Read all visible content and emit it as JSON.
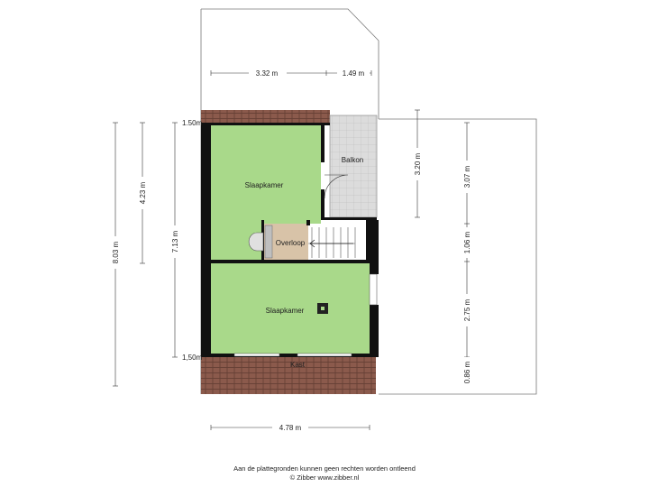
{
  "rooms": {
    "bedroom_top": "Slaapkamer",
    "balcony": "Balkon",
    "landing": "Overloop",
    "bedroom_bottom": "Slaapkamer",
    "closet": "Kast"
  },
  "dimensions": {
    "top_width_left": "3.32 m",
    "top_width_right": "1.49 m",
    "bottom_width": "4.78 m",
    "height_total": "8.03 m",
    "height_upper": "4.23 m",
    "height_inner": "7.13 m",
    "balcony_height": "3.20 m",
    "right_seg_1": "3.07 m",
    "right_seg_2": "1.06 m",
    "right_seg_3": "2.75 m",
    "right_seg_4": "0.86 m",
    "ceiling_top": "1.50m",
    "ceiling_bottom": "1,50m"
  },
  "footer": {
    "line1": "Aan de plattegronden kunnen geen rechten worden ontleend",
    "line2": "© Zibber www.zibber.nl"
  },
  "colors": {
    "room_fill": "#a9d98a",
    "roof_tile": "#8b5a4c",
    "wall": "#111111",
    "balcony_fill": "#d9d9d9",
    "landing_fill": "#d8c3a8"
  }
}
